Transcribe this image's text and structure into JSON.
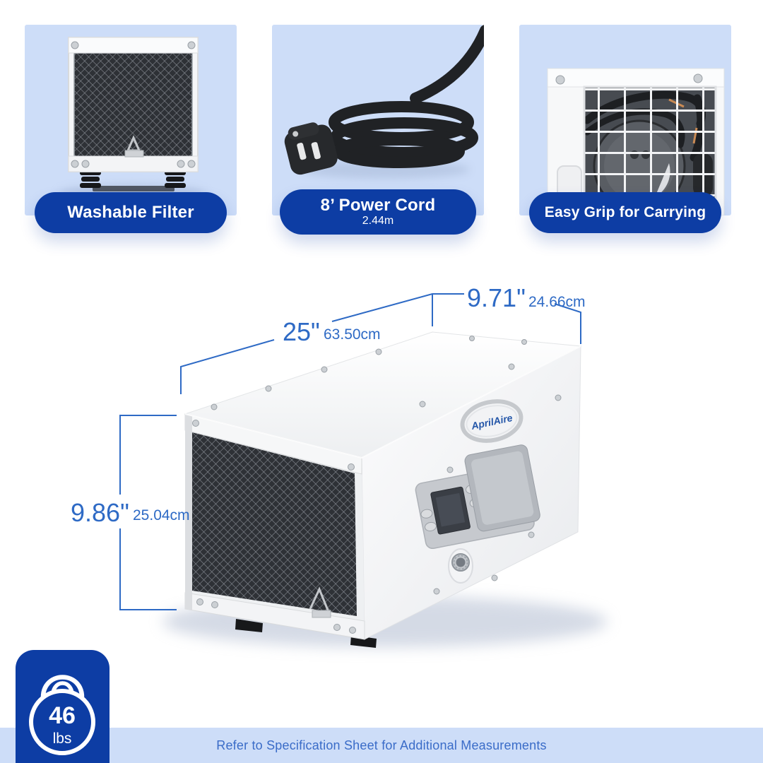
{
  "colors": {
    "card_bg": "#cdddf8",
    "pill_bg": "#0d3da4",
    "badge_bg": "#0d3da4",
    "dimension_blue": "#2e6ac5",
    "footer_bg": "#cdddf8",
    "footer_text": "#3a6cc8"
  },
  "feature_cards": [
    {
      "label": "Washable Filter",
      "image": "filter-front-photo"
    },
    {
      "label": "8’ Power Cord",
      "sublabel": "2.44m",
      "image": "power-cord-photo"
    },
    {
      "label": "Easy Grip for Carrying",
      "image": "rear-grille-photo"
    }
  ],
  "product": {
    "brand": "AprilAire",
    "dimensions": {
      "depth_in": "9.71\"",
      "depth_cm": "24.66cm",
      "length_in": "25\"",
      "length_cm": "63.50cm",
      "height_in": "9.86\"",
      "height_cm": "25.04cm"
    },
    "weight_value": "46",
    "weight_unit": "lbs",
    "weight_icon": "kettlebell-icon"
  },
  "footer": {
    "note": "Refer to Specification Sheet for Additional Measurements"
  }
}
